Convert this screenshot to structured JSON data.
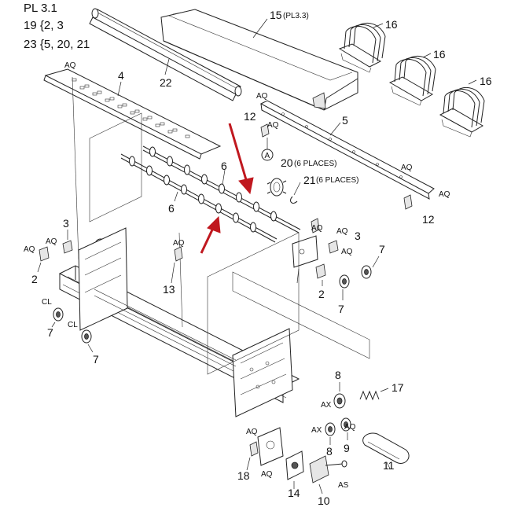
{
  "header": {
    "plate": "PL 3.1",
    "line1_num": "19",
    "line1_brace": "{",
    "line1_items": "2, 3",
    "line2_num": "23",
    "line2_brace": "{",
    "line2_items": "5, 20, 21"
  },
  "callouts": {
    "p2a": "2",
    "p2b": "2",
    "p3a": "3",
    "p3b": "3",
    "p4": "4",
    "p5": "5",
    "p6a": "6",
    "p6b": "6",
    "p7a": "7",
    "p7b": "7",
    "p7c": "7",
    "p7d": "7",
    "p8a": "8",
    "p8b": "8",
    "p9": "9",
    "p10": "10",
    "p11": "11",
    "p12a": "12",
    "p12b": "12",
    "p13": "13",
    "p14": "14",
    "p15": "15",
    "p15ref": "(PL3.3)",
    "p16a": "16",
    "p16b": "16",
    "p16c": "16",
    "p17": "17",
    "p18": "18",
    "p20": "20",
    "p20note": "(6 PLACES)",
    "p21": "21",
    "p21note": "(6 PLACES)",
    "p22": "22"
  },
  "fasteners": {
    "aq1": "AQ",
    "aq2": "AQ",
    "aq3": "AQ",
    "aq4": "AQ",
    "aq5": "AQ",
    "aq6": "AQ",
    "aq7": "AQ",
    "aq8": "AQ",
    "aq9": "AQ",
    "aq10": "AQ",
    "aq11": "AQ",
    "aq12": "AQ",
    "aq13": "AQ",
    "aq14": "AQ",
    "aq15": "AQ",
    "cl1": "CL",
    "cl2": "CL",
    "ax1": "AX",
    "ax2": "AX",
    "as1": "AS"
  },
  "refmarks": {
    "a1": "A",
    "a2": "A"
  },
  "colors": {
    "arrow": "#c0181f",
    "line": "#222222"
  }
}
